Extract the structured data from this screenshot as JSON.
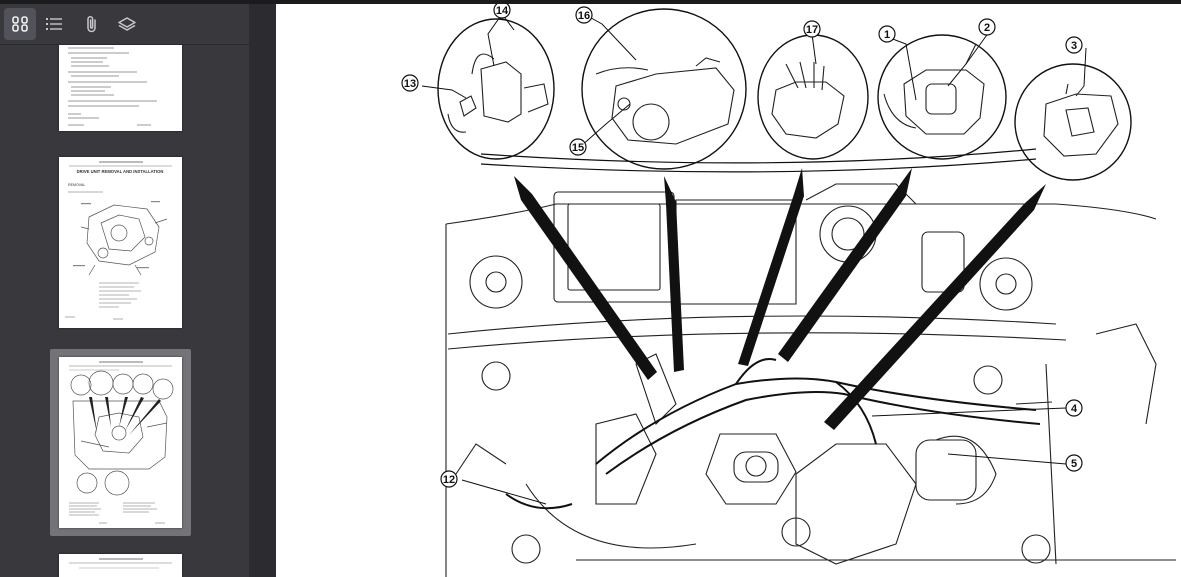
{
  "sidebar": {
    "toolbar": [
      {
        "name": "thumbnails-view",
        "icon": "grid-icon",
        "active": true
      },
      {
        "name": "outline-view",
        "icon": "list-icon",
        "active": false
      },
      {
        "name": "attachments-view",
        "icon": "paperclip-icon",
        "active": false
      },
      {
        "name": "layers-view",
        "icon": "layers-icon",
        "active": false
      }
    ],
    "thumbnails": [
      {
        "page": "1",
        "selected": false
      },
      {
        "page": "2",
        "selected": false,
        "heading": "DRIVE UNIT REMOVAL AND INSTALLATION",
        "subheading": "REMOVAL"
      },
      {
        "page": "3",
        "selected": true
      },
      {
        "page": "4",
        "selected": false
      }
    ]
  },
  "diagram": {
    "callouts": [
      "14",
      "16",
      "17",
      "1",
      "2",
      "3",
      "13",
      "15",
      "4",
      "5",
      "12"
    ]
  },
  "colors": {
    "sidebar": "#38383d",
    "selection": "#737378",
    "ink": "#111111"
  }
}
